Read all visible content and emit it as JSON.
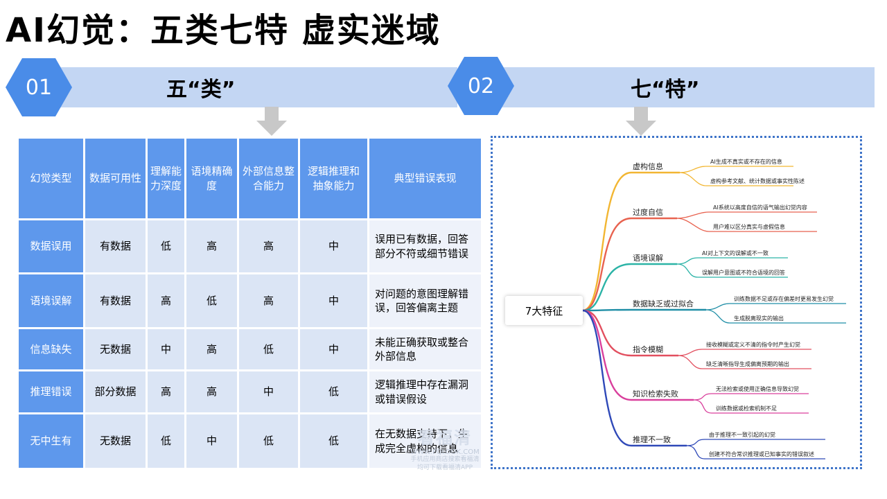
{
  "title": "AI幻觉：五类七特 虚实迷域",
  "section1": {
    "number": "01",
    "label": "五“类”"
  },
  "section2": {
    "number": "02",
    "label": "七“特”"
  },
  "table": {
    "headers": [
      "幻觉类型",
      "数据可用性",
      "理解能力深度",
      "语境精确度",
      "外部信息整合能力",
      "逻辑推理和抽象能力",
      "典型错误表现"
    ],
    "rows": [
      [
        "数据误用",
        "有数据",
        "低",
        "高",
        "高",
        "中",
        "误用已有数据，回答部分不符或细节错误"
      ],
      [
        "语境误解",
        "有数据",
        "高",
        "低",
        "高",
        "中",
        "对问题的意图理解错误，回答偏离主题"
      ],
      [
        "信息缺失",
        "无数据",
        "中",
        "高",
        "低",
        "中",
        "未能正确获取或整合外部信息"
      ],
      [
        "推理错误",
        "部分数据",
        "高",
        "高",
        "中",
        "低",
        "逻辑推理中存在漏洞或错误假设"
      ],
      [
        "无中生有",
        "无数据",
        "低",
        "中",
        "低",
        "低",
        "在无数据支持下，生成完全虚构的信息"
      ]
    ]
  },
  "mindmap": {
    "root": "7大特征",
    "branches": [
      {
        "label": "虚构信息",
        "color": "#f2b632",
        "leaves": [
          "AI生成不真实或不存在的信息",
          "虚构参考文献、统计数据或事实性陈述"
        ]
      },
      {
        "label": "过度自信",
        "color": "#e8624f",
        "leaves": [
          "AI系统以高度自信的语气输出幻觉内容",
          "用户难以区分真实与虚假信息"
        ]
      },
      {
        "label": "语境误解",
        "color": "#2bb3a6",
        "leaves": [
          "AI对上下文的误解或不一致",
          "误解用户意图或不符合语境的回答"
        ]
      },
      {
        "label": "数据缺乏或过拟合",
        "color": "#1f8ea6",
        "leaves": [
          "训练数据不足或存在偏差时更易发生幻觉",
          "生成脱离现实的输出"
        ]
      },
      {
        "label": "指令模糊",
        "color": "#e24f5f",
        "leaves": [
          "接收模糊或定义不清的指令时产生幻觉",
          "缺乏清晰指导生成偏离预期的输出"
        ]
      },
      {
        "label": "知识检索失败",
        "color": "#d93f9c",
        "leaves": [
          "无法检索或使用正确信息导致幻觉",
          "训练数据或检索机制不足"
        ]
      },
      {
        "label": "推理不一致",
        "color": "#2f49b8",
        "leaves": [
          "由于推理不一致引起的幻觉",
          "创建不符合常识推理或已知事实的错误叙述"
        ]
      }
    ]
  },
  "watermark": {
    "brand": "看福清",
    "url": "WWW.FQLOOK.COM",
    "line1": "手机应用商店搜索看福清",
    "line2": "均可下载看福清APP"
  }
}
